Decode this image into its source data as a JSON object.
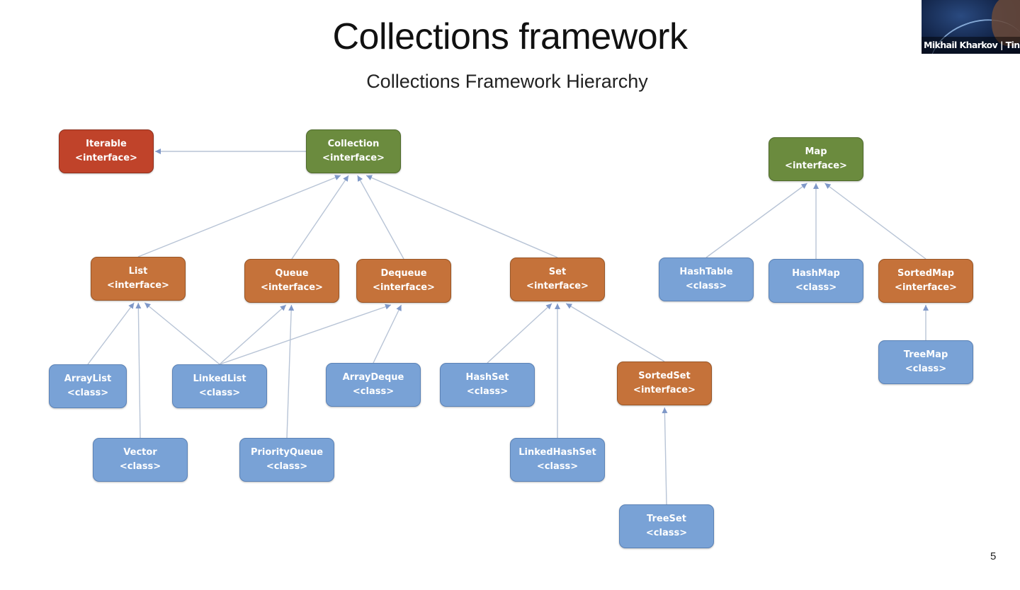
{
  "slide": {
    "title": "Collections framework",
    "subtitle": "Collections Framework Hierarchy",
    "page_number": "5"
  },
  "video": {
    "participant_label": "Mikhail Kharkov | Tin..."
  },
  "colors": {
    "root_interface": "#c0432a",
    "top_interface": "#6b8b3e",
    "interface": "#c5723a",
    "class": "#79a2d6",
    "edge": "#b8c4d6",
    "arrow": "#7f98c8"
  },
  "nodes": {
    "iterable": {
      "name": "Iterable",
      "kind": "<interface>"
    },
    "collection": {
      "name": "Collection",
      "kind": "<interface>"
    },
    "map": {
      "name": "Map",
      "kind": "<interface>"
    },
    "list": {
      "name": "List",
      "kind": "<interface>"
    },
    "queue": {
      "name": "Queue",
      "kind": "<interface>"
    },
    "dequeue": {
      "name": "Dequeue",
      "kind": "<interface>"
    },
    "set": {
      "name": "Set",
      "kind": "<interface>"
    },
    "hashtable": {
      "name": "HashTable",
      "kind": "<class>"
    },
    "hashmap": {
      "name": "HashMap",
      "kind": "<class>"
    },
    "sortedmap": {
      "name": "SortedMap",
      "kind": "<interface>"
    },
    "arraylist": {
      "name": "ArrayList",
      "kind": "<class>"
    },
    "linkedlist": {
      "name": "LinkedList",
      "kind": "<class>"
    },
    "arraydeque": {
      "name": "ArrayDeque",
      "kind": "<class>"
    },
    "hashset": {
      "name": "HashSet",
      "kind": "<class>"
    },
    "sortedset": {
      "name": "SortedSet",
      "kind": "<interface>"
    },
    "treemap": {
      "name": "TreeMap",
      "kind": "<class>"
    },
    "vector": {
      "name": "Vector",
      "kind": "<class>"
    },
    "priorityqueue": {
      "name": "PriorityQueue",
      "kind": "<class>"
    },
    "linkedhashset": {
      "name": "LinkedHashSet",
      "kind": "<class>"
    },
    "treeset": {
      "name": "TreeSet",
      "kind": "<class>"
    }
  },
  "edges": [
    [
      "collection",
      "iterable"
    ],
    [
      "list",
      "collection"
    ],
    [
      "queue",
      "collection"
    ],
    [
      "dequeue",
      "collection"
    ],
    [
      "set",
      "collection"
    ],
    [
      "arraylist",
      "list"
    ],
    [
      "vector",
      "list"
    ],
    [
      "linkedlist",
      "list"
    ],
    [
      "linkedlist",
      "queue"
    ],
    [
      "linkedlist",
      "dequeue"
    ],
    [
      "priorityqueue",
      "queue"
    ],
    [
      "arraydeque",
      "dequeue"
    ],
    [
      "hashset",
      "set"
    ],
    [
      "linkedhashset",
      "set"
    ],
    [
      "sortedset",
      "set"
    ],
    [
      "treeset",
      "sortedset"
    ],
    [
      "hashtable",
      "map"
    ],
    [
      "hashmap",
      "map"
    ],
    [
      "sortedmap",
      "map"
    ],
    [
      "treemap",
      "sortedmap"
    ]
  ]
}
